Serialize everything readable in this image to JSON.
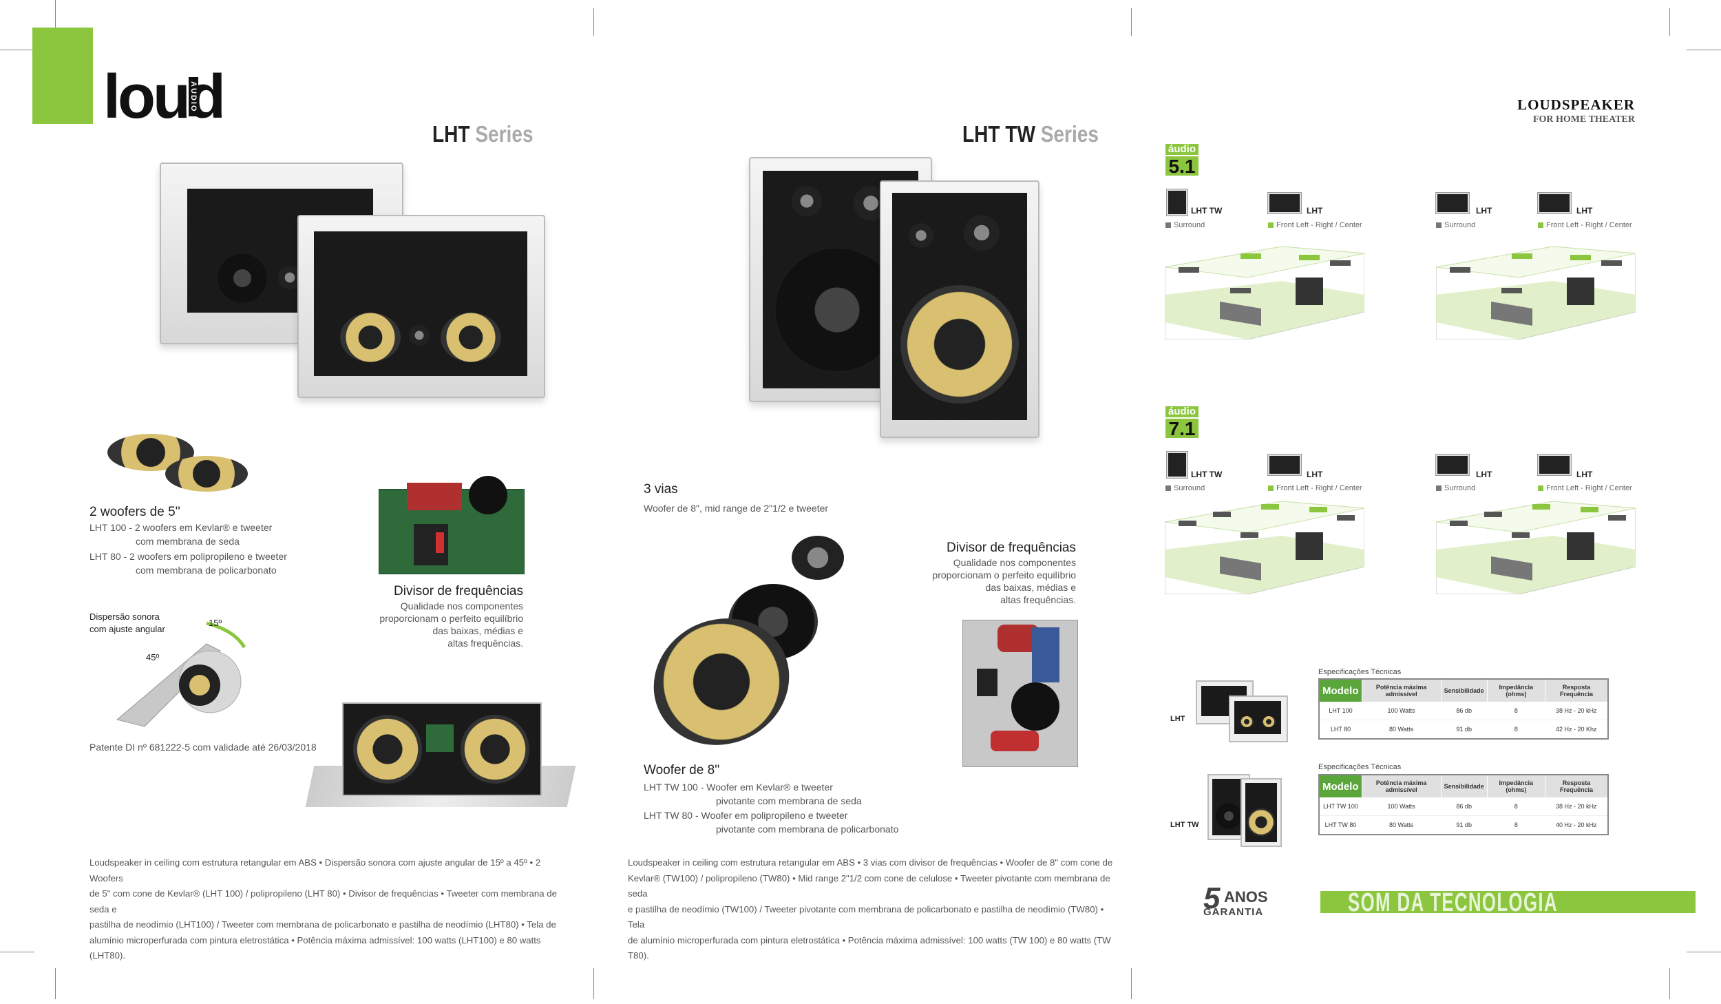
{
  "brand": {
    "logo_word": "loud",
    "logo_sub": "AUDIO"
  },
  "left": {
    "title_strong": "LHT",
    "title_light": " Series",
    "woofers_heading": "2 woofers de 5''",
    "woofer_lines": [
      "LHT 100 -  2 woofers em Kevlar® e tweeter",
      "com membrana de seda",
      "LHT 80   -  2 woofers em polipropileno e tweeter",
      "com membrana de policarbonato"
    ],
    "divisor_heading": "Divisor de frequências",
    "divisor_lines": [
      "Qualidade nos componentes",
      "proporcionam o perfeito equilíbrio",
      "das baixas, médias e",
      "altas frequências."
    ],
    "dispersao_lines": [
      "Dispersão sonora",
      "com ajuste angular"
    ],
    "angle_15": "15º",
    "angle_45": "45º",
    "patent": "Patente DI nº  681222-5 com validade até 26/03/2018",
    "body": [
      "Loudspeaker in ceiling com estrutura retangular em ABS  •  Dispersão sonora com ajuste angular de 15º a 45º  •  2 Woofers",
      "de 5\" com cone de Kevlar® (LHT 100) / polipropileno (LHT 80)  •  Divisor de frequências  •  Tweeter  com membrana de seda e",
      "pastilha de neodímio (LHT100)   / Tweeter com membrana de policarbonato e pastilha de neodímio (LHT80)  •  Tela de",
      "alumínio microperfurada com pintura eletrostática  •  Potência máxima admissível: 100 watts (LHT100) e 80 watts (LHT80)."
    ]
  },
  "middle": {
    "title_strong": "LHT TW",
    "title_light": " Series",
    "vias_heading": "3 vias",
    "vias_sub": "Woofer de 8\", mid range de 2\"1/2 e tweeter",
    "divisor_heading": "Divisor de frequências",
    "divisor_lines": [
      "Qualidade nos componentes",
      "proporcionam o perfeito equilíbrio",
      "das baixas, médias e",
      "altas frequências."
    ],
    "woofer_heading": "Woofer de 8''",
    "woofer_lines": [
      "LHT  TW  100  -  Woofer em Kevlar®  e tweeter",
      "pivotante com membrana de seda",
      "LHT  TW    80  -  Woofer em polipropileno e tweeter",
      "pivotante com membrana de policarbonato"
    ],
    "body": [
      "Loudspeaker in ceiling com estrutura retangular em ABS  •  3 vias com divisor de frequências  •  Woofer de 8\" com cone de",
      "Kevlar® (TW100) / polipropileno (TW80)  •  Mid range 2\"1/2  com cone de celulose  •  Tweeter  pivotante com membrana de seda",
      "e pastilha de  neodímio (TW100)  /  Tweeter  pivotante  com membrana de policarbonato e pastilha de neodímio (TW80)  •  Tela",
      "de alumínio microperfurada com pintura eletrostática  •  Potência máxima admissível: 100 watts (TW 100) e 80 watts (TW T80)."
    ]
  },
  "right": {
    "header_title": "LOUDSPEAKER",
    "header_sub": "FOR HOME THEATER",
    "badge_top": "áudio",
    "badge_51": "5.1",
    "badge_71": "7.1",
    "label_lht_tw": "LHT TW",
    "label_lht": "LHT",
    "surround": "Surround",
    "front": "Front Left - Right / Center",
    "spec_caption": "Especificações Técnicas",
    "table_headers": [
      "Modelo",
      "Potência máxima admissível",
      "Sensibilidade",
      "Impedância (ohms)",
      "Resposta Frequência"
    ],
    "table1_label": "LHT",
    "table1_rows": [
      [
        "LHT  100",
        "100 Watts",
        "86 db",
        "8",
        "38 Hz - 20 kHz"
      ],
      [
        "LHT  80",
        "80 Watts",
        "91 db",
        "8",
        "42 Hz - 20 Khz"
      ]
    ],
    "table2_label": "LHT TW",
    "table2_rows": [
      [
        "LHT TW  100",
        "100 Watts",
        "86 db",
        "8",
        "38 Hz - 20 kHz"
      ],
      [
        "LHT TW  80",
        "80 Watts",
        "91 db",
        "8",
        "40 Hz - 20 kHz"
      ]
    ],
    "garantia_num": "5",
    "garantia_anos": "ANOS",
    "garantia_word": "GARANTIA",
    "banner": "SOM DA TECNOLOGIA"
  },
  "colors": {
    "green": "#8cc63f",
    "dark_green": "#5aa63a",
    "kevlar": "#d8c070"
  }
}
